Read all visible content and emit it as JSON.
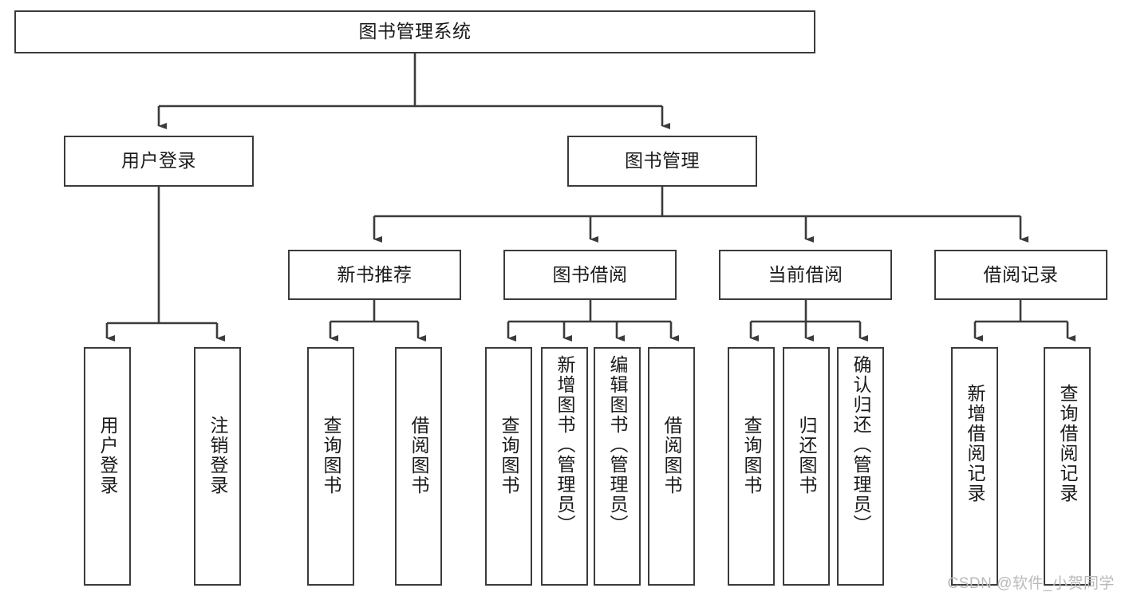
{
  "diagram": {
    "title": "图书管理系统",
    "watermark": "CSDN @软件_小贺同学",
    "line_color": "#3b3b3b",
    "box_fill": "#ffffff",
    "text_color": "#1a1a1a",
    "nodes": {
      "root": "图书管理系统",
      "user_login": "用户登录",
      "book_manage": "图书管理",
      "new_book_rec": "新书推荐",
      "book_borrow": "图书借阅",
      "current_borrow": "当前借阅",
      "borrow_record": "借阅记录",
      "user_login_leaf": "用户登录",
      "logout_leaf": "注销登录",
      "rec_query_book": "查询图书",
      "rec_borrow_book": "借阅图书",
      "borrow_query_book": "查询图书",
      "borrow_add_book": "新增图书（管理员）",
      "borrow_edit_book": "编辑图书（管理员）",
      "borrow_borrow_book": "借阅图书",
      "cur_query_book": "查询图书",
      "cur_return_book": "归还图书",
      "cur_confirm_return": "确认归还（管理员）",
      "rec_add_record": "新增借阅记录",
      "rec_query_record": "查询借阅记录"
    }
  }
}
